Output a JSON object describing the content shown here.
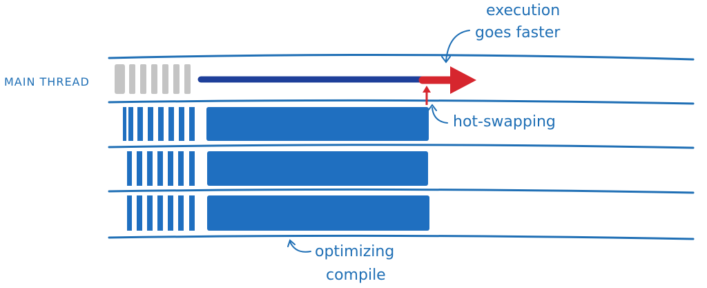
{
  "labels": {
    "main_thread": "MAIN THREAD",
    "execution_line1": "execution",
    "execution_line2": "goes faster",
    "hot_swapping": "hot-swapping",
    "optimizing_line1": "optimizing",
    "optimizing_line2": "compile"
  },
  "colors": {
    "lane_line": "#1f6fb5",
    "baseline_block": "#c4c4c4",
    "execution_bar": "#1e3f9a",
    "faster_arrow": "#d6262e",
    "compile_block": "#1f6fc0",
    "label_text": "#1f6fb5"
  },
  "lanes": [
    "main-thread",
    "compile-thread-1",
    "compile-thread-2",
    "compile-thread-3"
  ]
}
